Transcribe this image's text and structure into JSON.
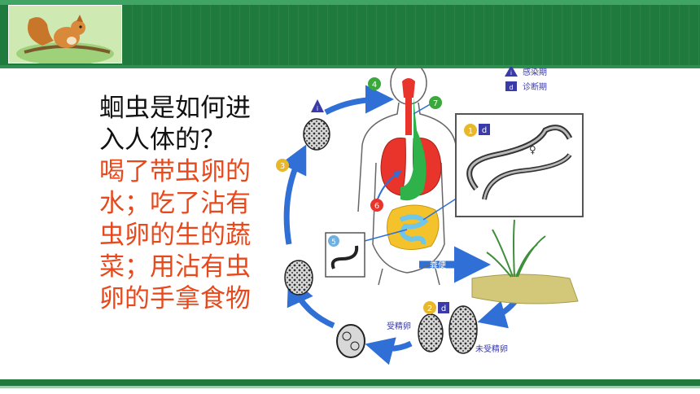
{
  "question": {
    "line1": "蛔虫是如何进",
    "line2": "入人体的？"
  },
  "answer": {
    "line1": "喝了带虫卵的",
    "line2": "水；吃了沾有",
    "line3": "虫卵的生的蔬",
    "line4": "菜；用沾有虫",
    "line5": "卵的手拿食物"
  },
  "legend": {
    "infective_mark": "i",
    "infective_label": "感染期",
    "diagnostic_mark": "d",
    "diagnostic_label": "诊断期"
  },
  "stages": {
    "s1": "1",
    "s2": "2",
    "s3": "3",
    "s4": "4",
    "s5": "5",
    "s6": "6",
    "s7": "7",
    "d_mark": "d",
    "i_mark": "i"
  },
  "labels": {
    "feces": "粪便",
    "fertilized_egg": "受精卵",
    "unfertilized_egg": "未受精卵",
    "female_symbol": "♀"
  },
  "colors": {
    "header_green": "#1f7a3d",
    "answer_red": "#e8491c",
    "cycle_arrow": "#2f6fd6",
    "lung_red": "#e8342a",
    "stomach_green": "#2fb24a",
    "intestine_yellow": "#f4c22b",
    "stage_blue_marker": "#3a3aa8"
  }
}
